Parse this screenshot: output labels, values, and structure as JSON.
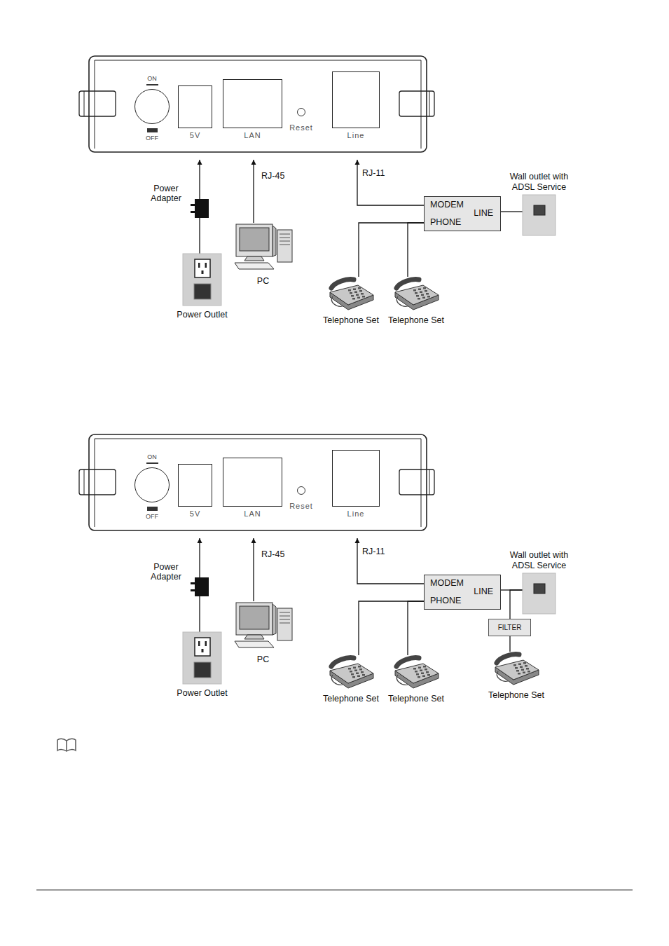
{
  "diagram": {
    "nodes": [
      {
        "text": [
          "ON",
          "OFF"
        ]
      },
      {
        "text": [
          "5V"
        ]
      },
      {
        "text": [
          "LAN"
        ]
      },
      {
        "text": [
          "Reset"
        ]
      },
      {
        "text": [
          "Line"
        ]
      },
      {
        "text": [
          "Power Adapter"
        ]
      },
      {
        "text": [
          "PC"
        ]
      },
      {
        "text": [
          "Power Outlet"
        ]
      },
      {
        "text": [
          "MODEM",
          "LINE",
          "PHONE"
        ]
      },
      {
        "text": [
          "Wall outlet with ADSL Service"
        ]
      },
      {
        "text": [
          "Telephone Set"
        ]
      },
      {
        "text": [
          "Telephone Set"
        ]
      },
      {
        "text": [
          "ON",
          "OFF"
        ]
      },
      {
        "text": [
          "5V"
        ]
      },
      {
        "text": [
          "LAN"
        ]
      },
      {
        "text": [
          "Reset"
        ]
      },
      {
        "text": [
          "Line"
        ]
      },
      {
        "text": [
          "Power Adapter"
        ]
      },
      {
        "text": [
          "PC"
        ]
      },
      {
        "text": [
          "Power Outlet"
        ]
      },
      {
        "text": [
          "MODEM",
          "LINE",
          "PHONE"
        ]
      },
      {
        "text": [
          "Wall outlet with ADSL Service"
        ]
      },
      {
        "text": [
          "Telephone Set"
        ]
      },
      {
        "text": [
          "Telephone Set"
        ]
      },
      {
        "text": [
          "FILTER"
        ]
      },
      {
        "text": [
          "Telephone Set"
        ]
      }
    ],
    "edges": [
      {
        "from": 5,
        "to": 1,
        "arrow": "to"
      },
      {
        "from": 6,
        "to": 2,
        "arrow": "to",
        "label": "RJ-45"
      },
      {
        "from": 8,
        "to": 4,
        "arrow": "to",
        "label": "RJ-11"
      },
      {
        "from": 7,
        "to": 5,
        "arrow": "none"
      },
      {
        "from": 9,
        "to": 8,
        "arrow": "none"
      },
      {
        "from": 10,
        "to": 8,
        "arrow": "none"
      },
      {
        "from": 11,
        "to": 8,
        "arrow": "none"
      },
      {
        "from": 17,
        "to": 13,
        "arrow": "to"
      },
      {
        "from": 18,
        "to": 14,
        "arrow": "to",
        "label": "RJ-45"
      },
      {
        "from": 20,
        "to": 16,
        "arrow": "to",
        "label": "RJ-11"
      },
      {
        "from": 19,
        "to": 17,
        "arrow": "none"
      },
      {
        "from": 21,
        "to": 20,
        "arrow": "none"
      },
      {
        "from": 22,
        "to": 20,
        "arrow": "none"
      },
      {
        "from": 23,
        "to": 20,
        "arrow": "none"
      },
      {
        "from": 21,
        "to": 24,
        "arrow": "none"
      },
      {
        "from": 24,
        "to": 25,
        "arrow": "none"
      }
    ]
  }
}
